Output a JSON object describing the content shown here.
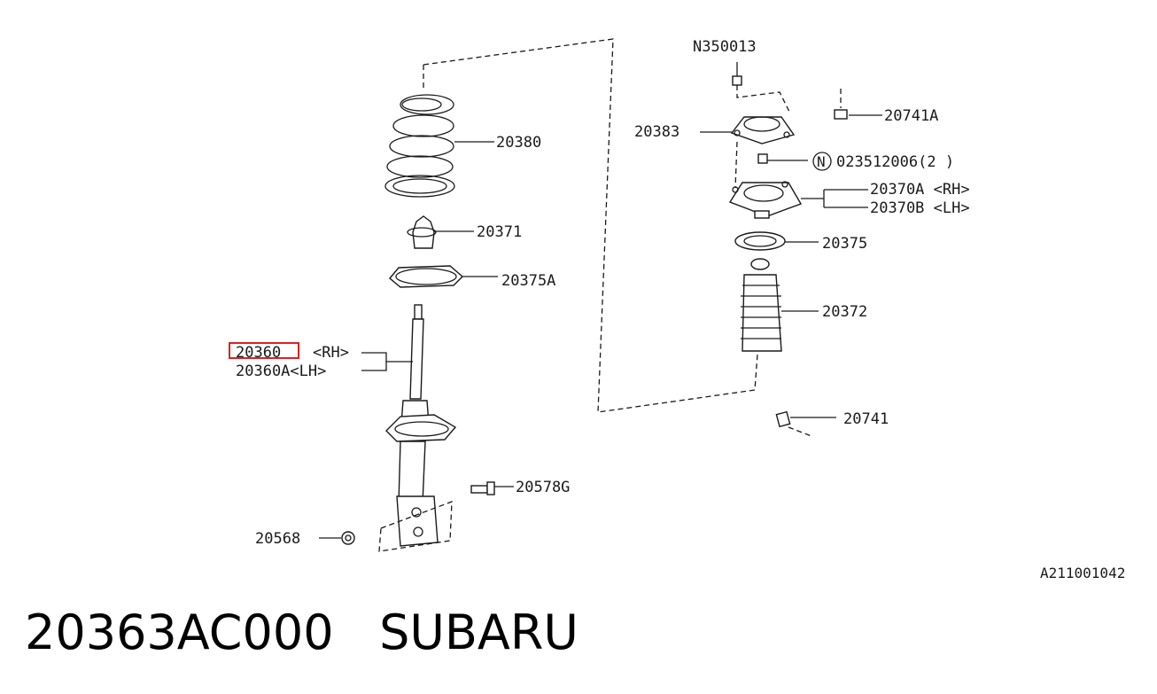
{
  "labels": {
    "p20380": "20380",
    "p20371": "20371",
    "p20375A": "20375A",
    "p20360": "20360",
    "p20360_rh": "<RH>",
    "p20360A": "20360A<LH>",
    "p20578G": "20578G",
    "p20568": "20568",
    "pN350013": "N350013",
    "p20383": "20383",
    "p20741A": "20741A",
    "n_symbol": "N",
    "p023512006": "023512006(2 )",
    "p20370A": "20370A <RH>",
    "p20370B": "20370B <LH>",
    "p20375": "20375",
    "p20372": "20372",
    "p20741": "20741"
  },
  "diagram_code": "A211001042",
  "caption": {
    "part_number": "20363AC000",
    "brand": "SUBARU"
  },
  "colors": {
    "highlight": "#e02020",
    "ink": "#1a1a1a"
  }
}
